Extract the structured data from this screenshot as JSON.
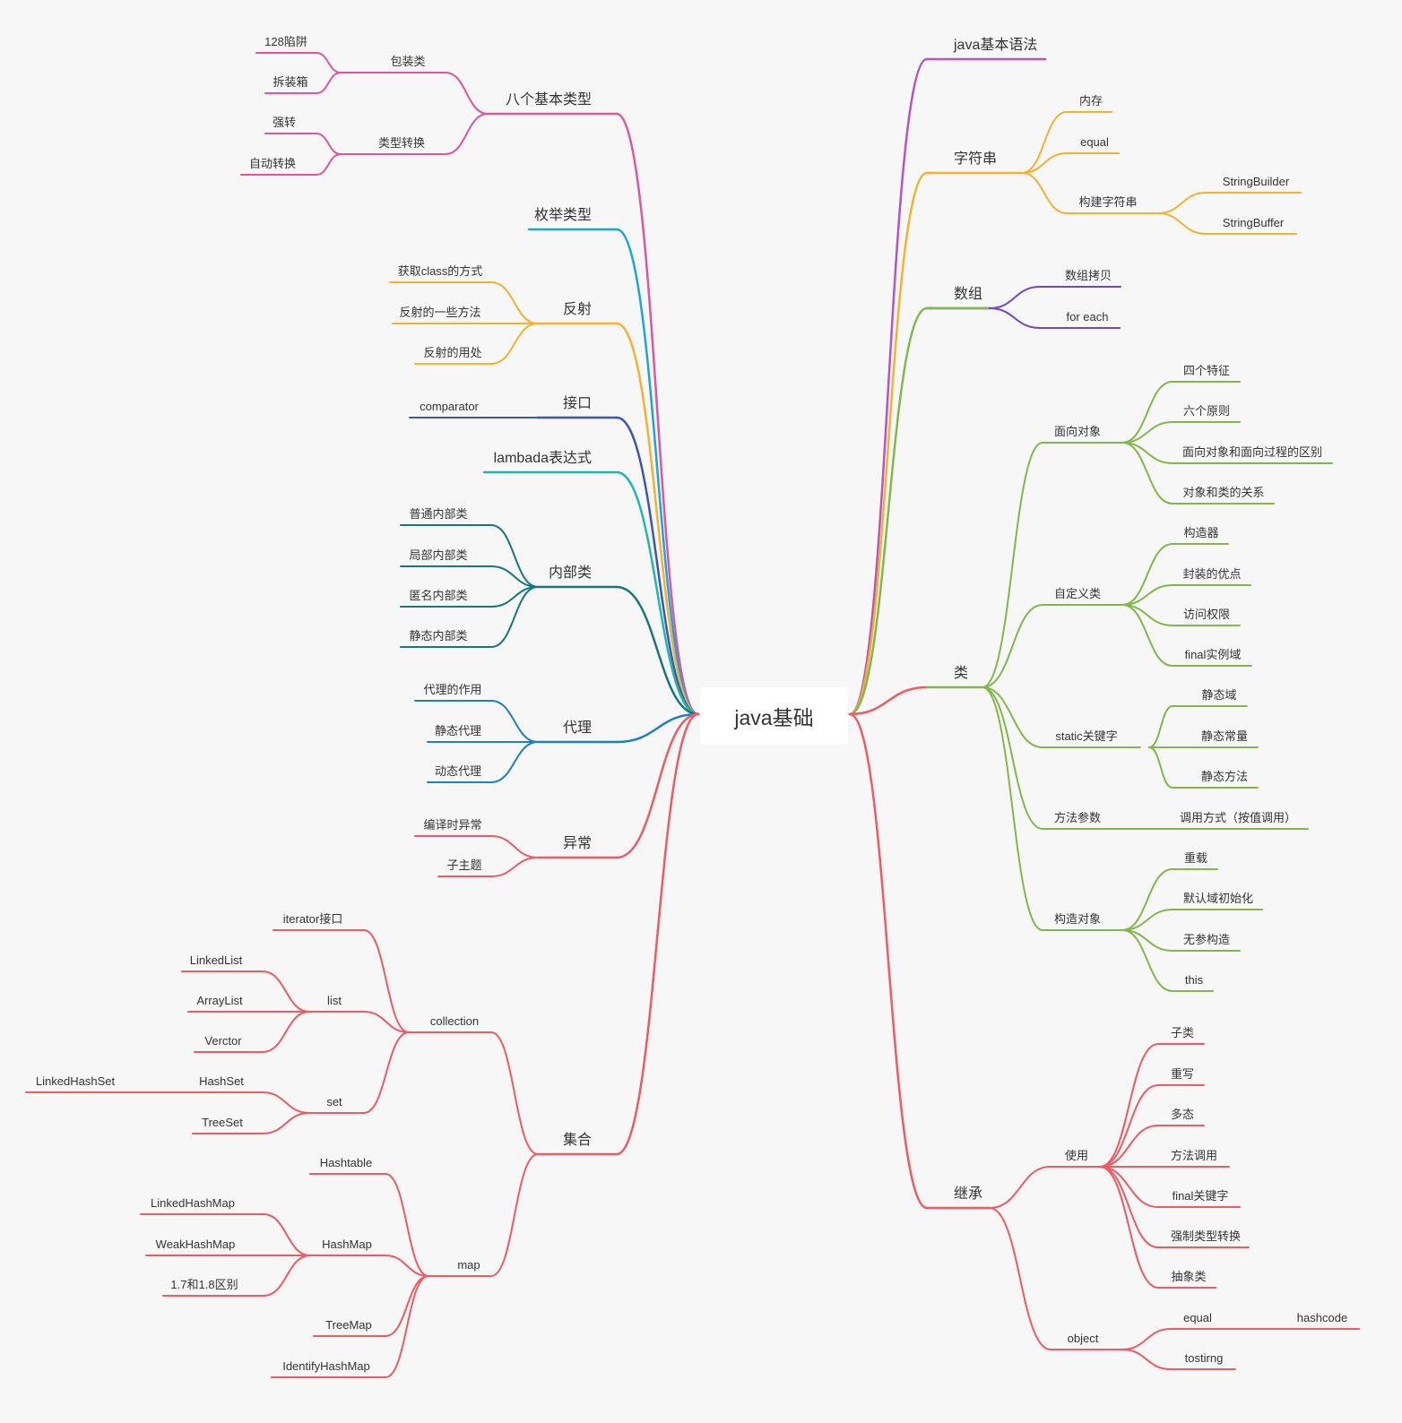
{
  "root": {
    "label": "java基础"
  },
  "colors": {
    "pink": "#e0559b",
    "cyan": "#1aa5e0",
    "orange": "#f6b12e",
    "indigo": "#3b56b4",
    "teal": "#20b7b0",
    "darkteal": "#17777a",
    "blue": "#1c80c2",
    "red": "#ef5a64",
    "purple": "#b553c7",
    "violet": "#7048c0",
    "green": "#82b84a"
  },
  "left": {
    "primitive_types": {
      "label": "八个基本类型",
      "wrapper": {
        "label": "包装类",
        "children": [
          "128陷阱",
          "拆装箱"
        ]
      },
      "conversion": {
        "label": "类型转换",
        "children": [
          "强转",
          "自动转换"
        ]
      }
    },
    "enum": {
      "label": "枚举类型"
    },
    "reflection": {
      "label": "反射",
      "children": [
        "获取class的方式",
        "反射的一些方法",
        "反射的用处"
      ]
    },
    "interface": {
      "label": "接口",
      "children": [
        "comparator"
      ]
    },
    "lambda": {
      "label": "lambada表达式"
    },
    "inner_class": {
      "label": "内部类",
      "children": [
        "普通内部类",
        "局部内部类",
        "匿名内部类",
        "静态内部类"
      ]
    },
    "proxy": {
      "label": "代理",
      "children": [
        "代理的作用",
        "静态代理",
        "动态代理"
      ]
    },
    "exception": {
      "label": "异常",
      "children": [
        "编译时异常",
        "子主题"
      ]
    },
    "collections": {
      "label": "集合",
      "collection": {
        "label": "collection",
        "iterator": "iterator接口",
        "list": {
          "label": "list",
          "children": [
            "LinkedList",
            "ArrayList",
            "Verctor"
          ]
        },
        "set": {
          "label": "set",
          "hashset": "HashSet",
          "linkedhashset": "LinkedHashSet",
          "treeset": "TreeSet"
        }
      },
      "map": {
        "label": "map",
        "hashtable": "Hashtable",
        "hashmap": {
          "label": "HashMap",
          "children": [
            "LinkedHashMap",
            "WeakHashMap",
            "1.7和1.8区别"
          ]
        },
        "treemap": "TreeMap",
        "identity": "IdentifyHashMap"
      }
    }
  },
  "right": {
    "syntax": {
      "label": "java基本语法"
    },
    "string": {
      "label": "字符串",
      "memory": "内存",
      "equal": "equal",
      "builder": {
        "label": "构建字符串",
        "children": [
          "StringBuilder",
          "StringBuffer"
        ]
      }
    },
    "array": {
      "label": "数组",
      "children": [
        "数组拷贝",
        "for each"
      ]
    },
    "class": {
      "label": "类",
      "oop": {
        "label": "面向对象",
        "children": [
          "四个特征",
          "六个原则",
          "面向对象和面向过程的区别",
          "对象和类的关系"
        ]
      },
      "custom": {
        "label": "自定义类",
        "children": [
          "构造器",
          "封装的优点",
          "访问权限",
          "final实例域"
        ]
      },
      "static": {
        "label": "static关键字",
        "children": [
          "静态域",
          "静态常量",
          "静态方法"
        ]
      },
      "params": {
        "label": "方法参数",
        "child": "调用方式（按值调用）"
      },
      "construct": {
        "label": "构造对象",
        "children": [
          "重载",
          "默认域初始化",
          "无参构造",
          "this"
        ]
      }
    },
    "inheritance": {
      "label": "继承",
      "usage": {
        "label": "使用",
        "children": [
          "子类",
          "重写",
          "多态",
          "方法调用",
          "final关键字",
          "强制类型转换",
          "抽象类"
        ]
      },
      "object": {
        "label": "object",
        "equal": "equal",
        "hashcode": "hashcode",
        "tostring": "tostirng"
      }
    }
  }
}
